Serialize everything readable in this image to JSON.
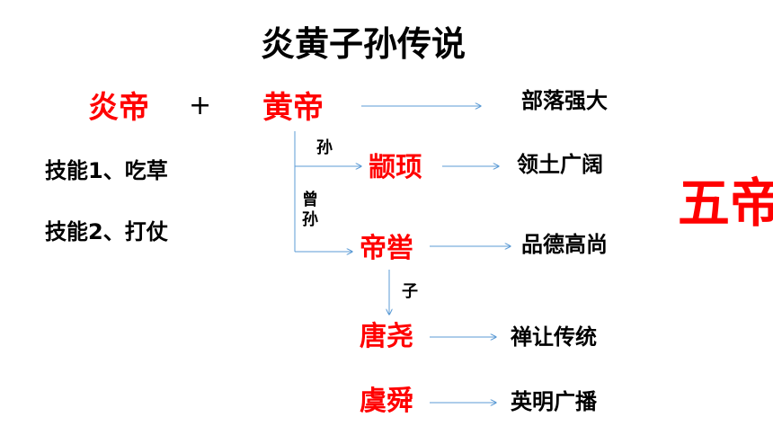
{
  "title": "炎黄子孙传说",
  "left_ruler": {
    "name": "炎帝",
    "skill1": "技能1、吃草",
    "skill2": "技能2、打仗"
  },
  "plus": "+",
  "right_ruler": {
    "name": "黄帝",
    "desc": "部落强大"
  },
  "descendants": [
    {
      "relation": "孙",
      "name": "颛顼",
      "desc": "领土广阔"
    },
    {
      "relation": "曾孙",
      "name": "帝喾",
      "desc": "品德高尚"
    },
    {
      "relation": "子",
      "name": "唐尧",
      "desc": "禅让传统"
    },
    {
      "relation": "",
      "name": "虞舜",
      "desc": "英明广播"
    }
  ],
  "label_wudi": "五帝",
  "colors": {
    "accent": "#ff0000",
    "arrow": "#5b9bd5",
    "text": "#000000"
  }
}
